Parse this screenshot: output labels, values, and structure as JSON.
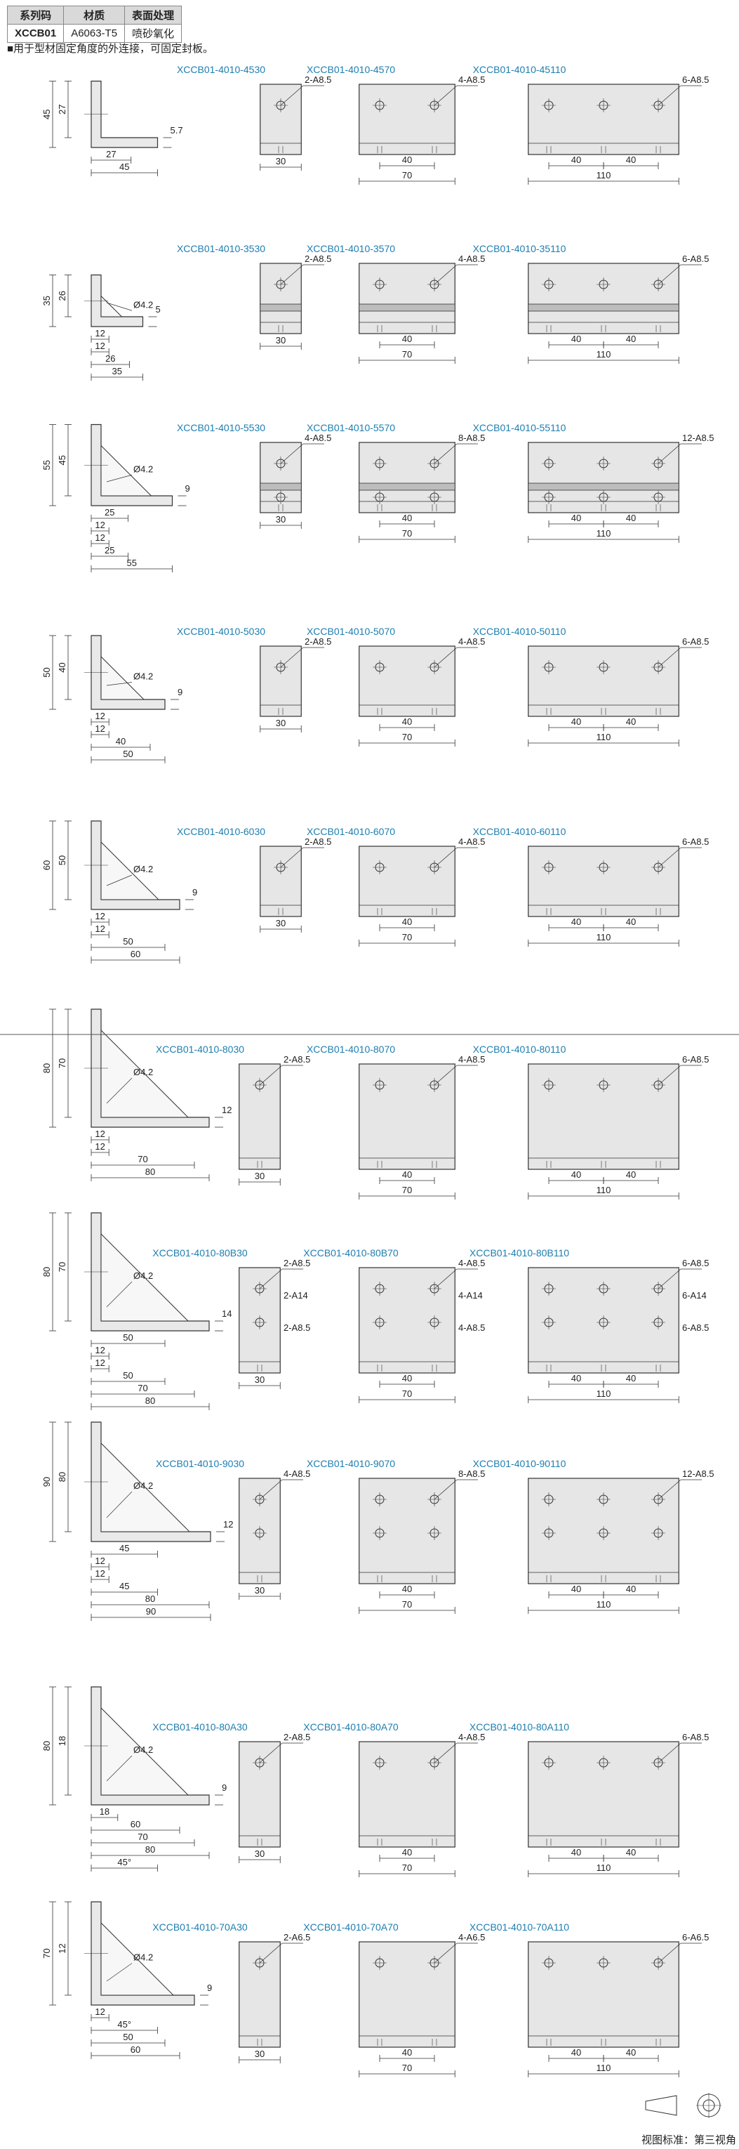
{
  "table": {
    "headers": [
      "系列码",
      "材质",
      "表面处理"
    ],
    "row": [
      "XCCB01",
      "A6063-T5",
      "喷砂氧化"
    ]
  },
  "note": "■用于型材固定角度的外连接，可固定封板。",
  "footer": "视图标准：第三视角",
  "groups": [
    {
      "left_dims": [
        "45",
        "27",
        "27",
        "45",
        "5.7"
      ],
      "hole_dia": "",
      "items": [
        {
          "code": "XCCB01-4010-4530",
          "width": "30",
          "holes": "2-A8.5",
          "spacing": []
        },
        {
          "code": "XCCB01-4010-4570",
          "width": "70",
          "holes": "4-A8.5",
          "spacing": [
            "40"
          ]
        },
        {
          "code": "XCCB01-4010-45110",
          "width": "110",
          "holes": "6-A8.5",
          "spacing": [
            "40",
            "40"
          ]
        }
      ]
    },
    {
      "left_dims": [
        "35",
        "26",
        "12",
        "12",
        "26",
        "35",
        "5"
      ],
      "hole_dia": "Ø4.2",
      "items": [
        {
          "code": "XCCB01-4010-3530",
          "width": "30",
          "holes": "2-A8.5",
          "spacing": []
        },
        {
          "code": "XCCB01-4010-3570",
          "width": "70",
          "holes": "4-A8.5",
          "spacing": [
            "40"
          ]
        },
        {
          "code": "XCCB01-4010-35110",
          "width": "110",
          "holes": "6-A8.5",
          "spacing": [
            "40",
            "40"
          ]
        }
      ]
    },
    {
      "left_dims": [
        "55",
        "45",
        "25",
        "12",
        "12",
        "25",
        "55",
        "9"
      ],
      "hole_dia": "Ø4.2",
      "items": [
        {
          "code": "XCCB01-4010-5530",
          "width": "30",
          "holes": "4-A8.5",
          "spacing": []
        },
        {
          "code": "XCCB01-4010-5570",
          "width": "70",
          "holes": "8-A8.5",
          "spacing": [
            "40"
          ]
        },
        {
          "code": "XCCB01-4010-55110",
          "width": "110",
          "holes": "12-A8.5",
          "spacing": [
            "40",
            "40"
          ]
        }
      ]
    },
    {
      "left_dims": [
        "50",
        "40",
        "12",
        "12",
        "40",
        "50",
        "9"
      ],
      "hole_dia": "Ø4.2",
      "items": [
        {
          "code": "XCCB01-4010-5030",
          "width": "30",
          "holes": "2-A8.5",
          "spacing": []
        },
        {
          "code": "XCCB01-4010-5070",
          "width": "70",
          "holes": "4-A8.5",
          "spacing": [
            "40"
          ]
        },
        {
          "code": "XCCB01-4010-50110",
          "width": "110",
          "holes": "6-A8.5",
          "spacing": [
            "40",
            "40"
          ]
        }
      ]
    },
    {
      "left_dims": [
        "60",
        "50",
        "12",
        "12",
        "50",
        "60",
        "9"
      ],
      "hole_dia": "Ø4.2",
      "items": [
        {
          "code": "XCCB01-4010-6030",
          "width": "30",
          "holes": "2-A8.5",
          "spacing": []
        },
        {
          "code": "XCCB01-4010-6070",
          "width": "70",
          "holes": "4-A8.5",
          "spacing": [
            "40"
          ]
        },
        {
          "code": "XCCB01-4010-60110",
          "width": "110",
          "holes": "6-A8.5",
          "spacing": [
            "40",
            "40"
          ]
        }
      ]
    },
    {
      "left_dims": [
        "80",
        "70",
        "12",
        "12",
        "70",
        "80",
        "12"
      ],
      "hole_dia": "Ø4.2",
      "items": [
        {
          "code": "XCCB01-4010-8030",
          "width": "30",
          "holes": "2-A8.5",
          "spacing": []
        },
        {
          "code": "XCCB01-4010-8070",
          "width": "70",
          "holes": "4-A8.5",
          "spacing": [
            "40"
          ]
        },
        {
          "code": "XCCB01-4010-80110",
          "width": "110",
          "holes": "6-A8.5",
          "spacing": [
            "40",
            "40"
          ]
        }
      ]
    },
    {
      "left_dims": [
        "80",
        "70",
        "50",
        "12",
        "12",
        "50",
        "70",
        "80",
        "14"
      ],
      "hole_dia": "Ø4.2",
      "items": [
        {
          "code": "XCCB01-4010-80B30",
          "width": "30",
          "holes": "2-A8.5",
          "holes2": "2-A14",
          "holes3": "2-A8.5",
          "spacing": []
        },
        {
          "code": "XCCB01-4010-80B70",
          "width": "70",
          "holes": "4-A8.5",
          "holes2": "4-A14",
          "holes3": "4-A8.5",
          "spacing": [
            "40"
          ]
        },
        {
          "code": "XCCB01-4010-80B110",
          "width": "110",
          "holes": "6-A8.5",
          "holes2": "6-A14",
          "holes3": "6-A8.5",
          "spacing": [
            "40",
            "40"
          ]
        }
      ]
    },
    {
      "left_dims": [
        "90",
        "80",
        "45",
        "12",
        "12",
        "45",
        "80",
        "90",
        "12"
      ],
      "hole_dia": "Ø4.2",
      "items": [
        {
          "code": "XCCB01-4010-9030",
          "width": "30",
          "holes": "4-A8.5",
          "spacing": []
        },
        {
          "code": "XCCB01-4010-9070",
          "width": "70",
          "holes": "8-A8.5",
          "spacing": [
            "40"
          ]
        },
        {
          "code": "XCCB01-4010-90110",
          "width": "110",
          "holes": "12-A8.5",
          "spacing": [
            "40",
            "40"
          ]
        }
      ]
    },
    {
      "left_dims": [
        "80",
        "18",
        "18",
        "60",
        "70",
        "80",
        "45°",
        "9"
      ],
      "hole_dia": "Ø4.2",
      "items": [
        {
          "code": "XCCB01-4010-80A30",
          "width": "30",
          "holes": "2-A8.5",
          "spacing": []
        },
        {
          "code": "XCCB01-4010-80A70",
          "width": "70",
          "holes": "4-A8.5",
          "spacing": [
            "40"
          ]
        },
        {
          "code": "XCCB01-4010-80A110",
          "width": "110",
          "holes": "6-A8.5",
          "spacing": [
            "40",
            "40"
          ]
        }
      ]
    },
    {
      "left_dims": [
        "70",
        "12",
        "12",
        "45°",
        "50",
        "60",
        "9"
      ],
      "hole_dia": "Ø4.2",
      "items": [
        {
          "code": "XCCB01-4010-70A30",
          "width": "30",
          "holes": "2-A6.5",
          "spacing": []
        },
        {
          "code": "XCCB01-4010-70A70",
          "width": "70",
          "holes": "4-A6.5",
          "spacing": [
            "40"
          ]
        },
        {
          "code": "XCCB01-4010-70A110",
          "width": "110",
          "holes": "6-A6.5",
          "spacing": [
            "40",
            "40"
          ]
        }
      ]
    }
  ]
}
